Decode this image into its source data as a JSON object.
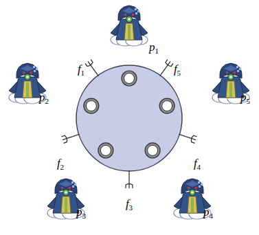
{
  "diagram": {
    "labels": [
      "p1",
      "p2",
      "p3",
      "p4",
      "p5",
      "f1",
      "f2",
      "f3",
      "f4",
      "f5"
    ]
  }
}
